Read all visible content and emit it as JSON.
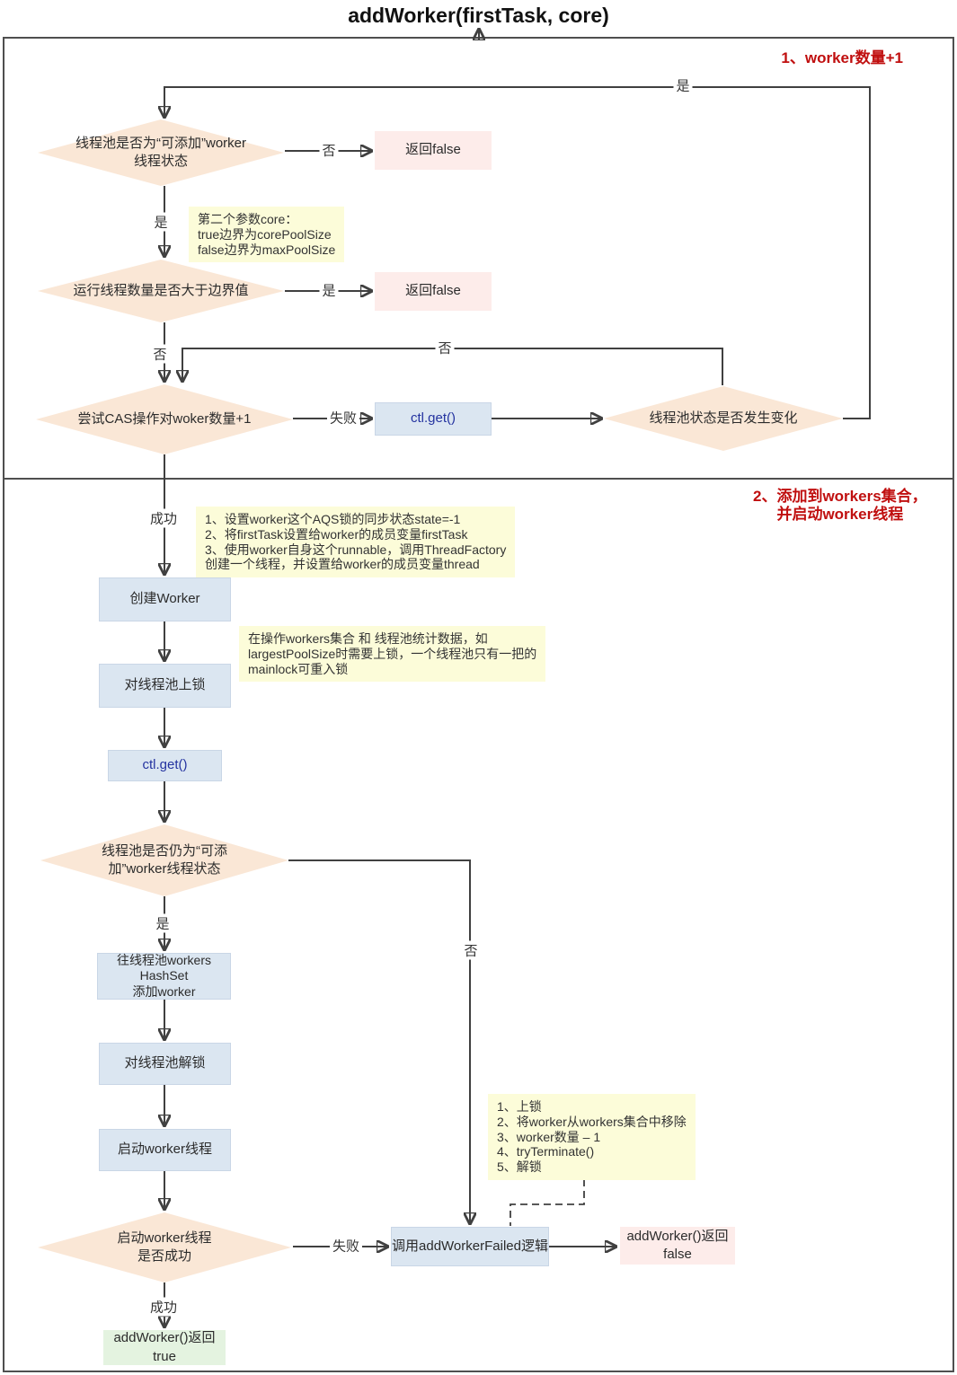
{
  "title": "addWorker(firstTask, core)",
  "annotations": {
    "step1": "1、worker数量+1",
    "step2_line1": "2、添加到workers集合，",
    "step2_line2": "并启动worker线程"
  },
  "diamonds": {
    "pool_addable": "线程池是否为“可添加”worker\n线程状态",
    "count_over_bound": "运行线程数量是否大于边界值",
    "cas_increment": "尝试CAS操作对woker数量+1",
    "pool_state_changed": "线程池状态是否发生变化",
    "pool_still_addable": "线程池是否仍为“可添\n加”worker线程状态",
    "start_success": "启动worker线程\n是否成功"
  },
  "boxes": {
    "return_false_1": "返回false",
    "return_false_2": "返回false",
    "ctl_get_1": "ctl.get()",
    "create_worker": "创建Worker",
    "lock_pool": "对线程池上锁",
    "ctl_get_2": "ctl.get()",
    "add_to_workers": "往线程池workers\nHashSet\n添加worker",
    "unlock_pool": "对线程池解锁",
    "start_worker": "启动worker线程",
    "add_worker_failed": "调用addWorkerFailed逻辑",
    "return_false_3": "addWorker()返回\nfalse",
    "return_true": "addWorker()返回\ntrue"
  },
  "labels": {
    "loop_yes": "是",
    "d1_no": "否",
    "d1_yes": "是",
    "d2_yes": "是",
    "d2_no": "否",
    "loop_no": "否",
    "d3_fail": "失败",
    "d3_success": "成功",
    "d4_yes": "是",
    "d4_no": "否",
    "d5_fail": "失败",
    "d5_success": "成功"
  },
  "notes": {
    "core_param": "第二个参数core：\ntrue边界为corePoolSize\nfalse边界为maxPoolSize",
    "worker_init": "1、设置worker这个AQS锁的同步状态state=-1\n2、将firstTask设置给worker的成员变量firstTask\n3、使用worker自身这个runnable，调用ThreadFactory\n创建一个线程，并设置给worker的成员变量thread",
    "mainlock": "在操作workers集合 和 线程池统计数据，如\nlargestPoolSize时需要上锁，一个线程池只有一把的\nmainlock可重入锁",
    "failed_steps": "1、上锁\n2、将worker从workers集合中移除\n3、worker数量 – 1\n4、tryTerminate()\n5、解锁"
  },
  "colors": {
    "diamond_fill": "#fae7d6",
    "process_fill": "#dbe6f1",
    "return_false_fill": "#fdecea",
    "return_true_fill": "#e4f3e0",
    "note_fill": "#fcfcd9",
    "annotation_red": "#c00f0f",
    "link_blue": "#2433a0",
    "line": "#404040"
  }
}
